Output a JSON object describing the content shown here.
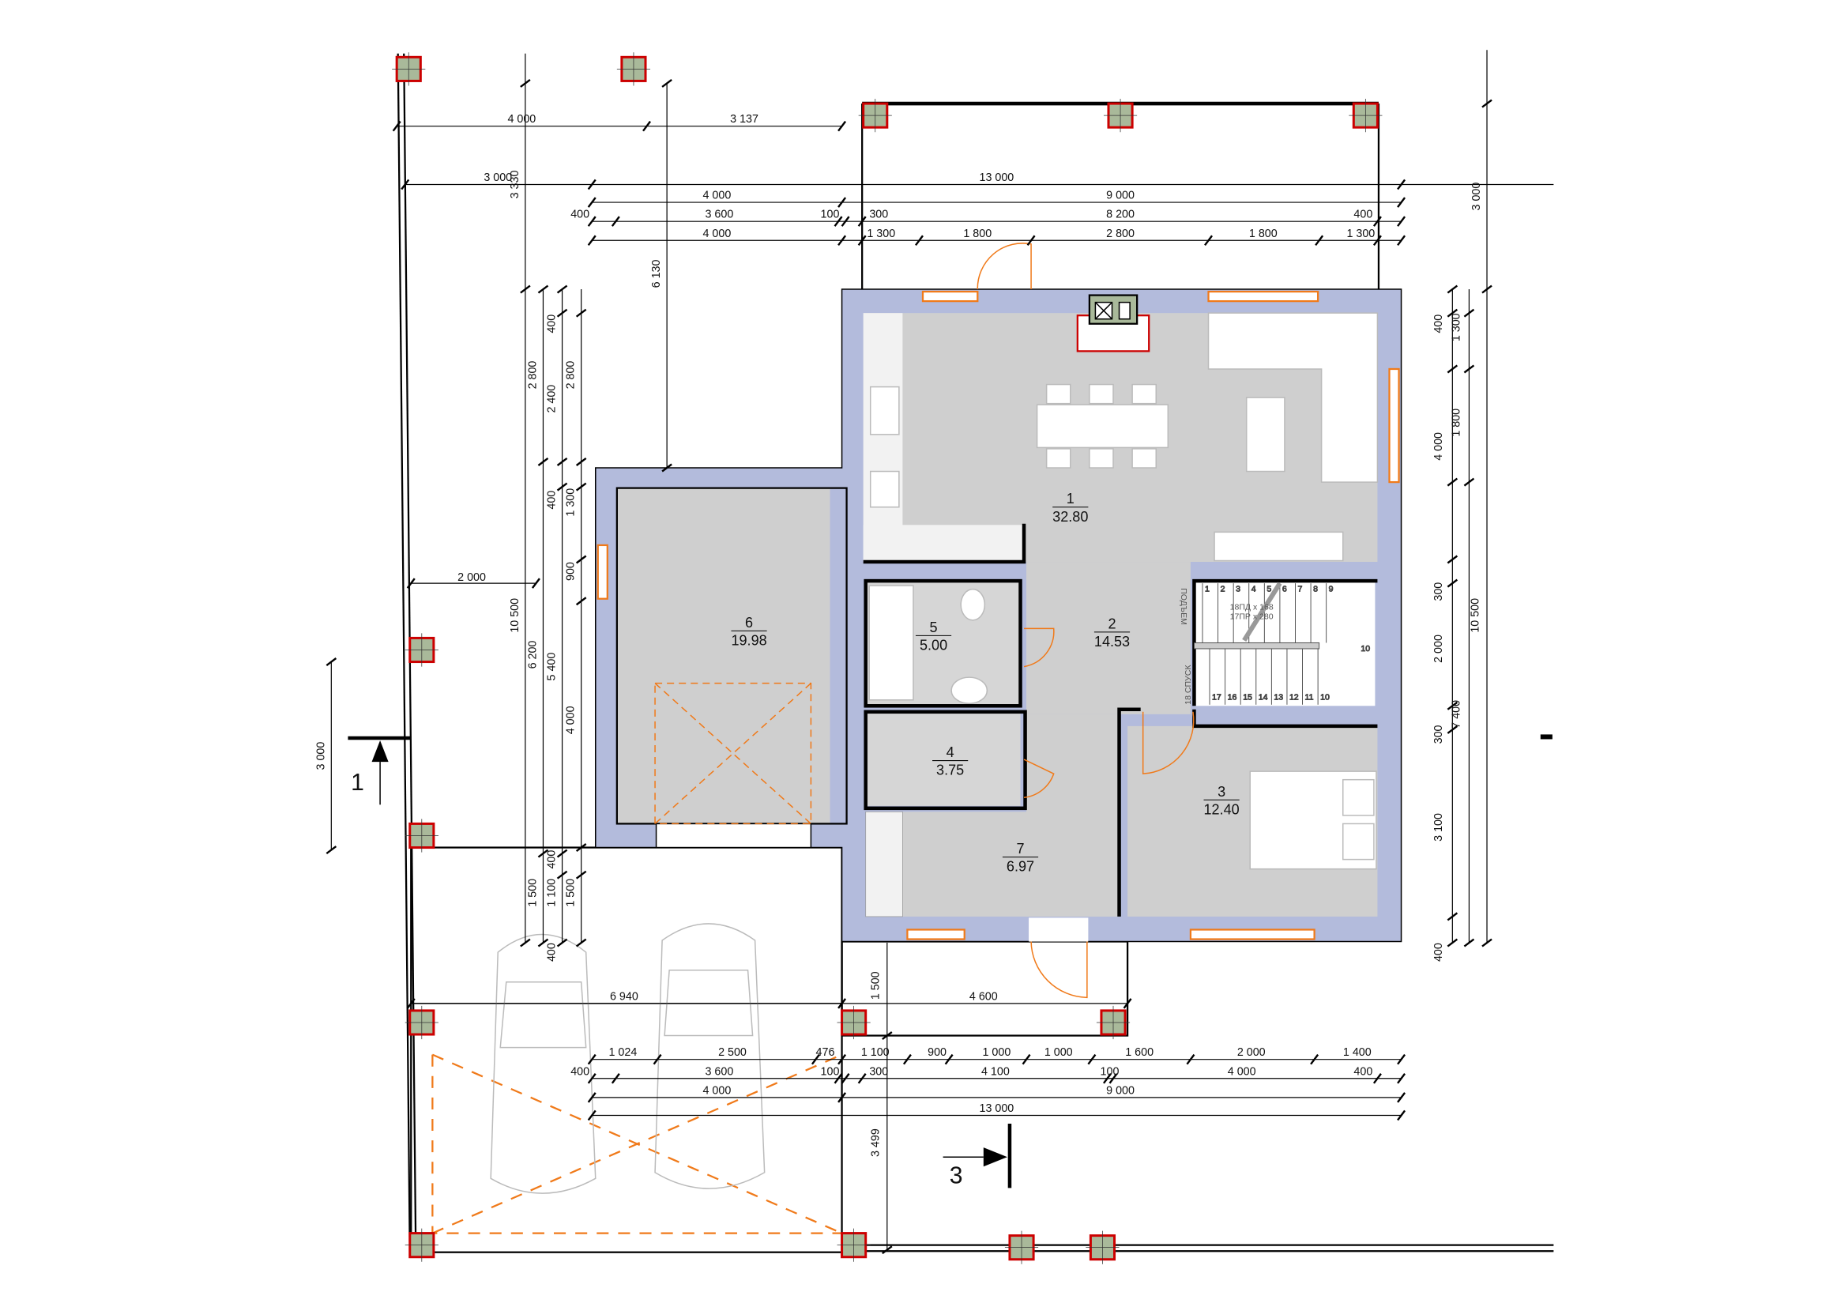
{
  "title": "Floor plan",
  "colors": {
    "wall": "#b3bbdc",
    "floor": "#cfcfcf",
    "column_fill": "#a9b99a",
    "column_border": "#cc0000",
    "opening": "#f07a1a"
  },
  "rooms": [
    {
      "number": "1",
      "area": "32.80"
    },
    {
      "number": "2",
      "area": "14.53"
    },
    {
      "number": "3",
      "area": "12.40"
    },
    {
      "number": "4",
      "area": "3.75"
    },
    {
      "number": "5",
      "area": "5.00"
    },
    {
      "number": "6",
      "area": "19.98"
    },
    {
      "number": "7",
      "area": "6.97"
    }
  ],
  "stairs": {
    "up_label": "ПОДЪЕМ",
    "down_label": "18 СПУСК",
    "risers": "18ПД x 168",
    "treads": "17ПР x 280",
    "steps": [
      "1",
      "2",
      "3",
      "4",
      "5",
      "6",
      "7",
      "8",
      "9",
      "10",
      "11",
      "12",
      "13",
      "14",
      "15",
      "16",
      "17"
    ]
  },
  "sections": {
    "left": "1",
    "bottom": "3"
  },
  "dimensions": {
    "top": [
      "4 000",
      "3 137",
      "3 000",
      "3 330",
      "13 000",
      "4 000",
      "9 000",
      "400",
      "3 600",
      "100",
      "300",
      "8 200",
      "400",
      "4 000",
      "1 300",
      "1 800",
      "2 800",
      "1 800",
      "1 300",
      "6 130",
      "3 000"
    ],
    "left": [
      "2 800",
      "2 400",
      "2 800",
      "400",
      "400",
      "1 300",
      "900",
      "10 500",
      "6 200",
      "5 400",
      "4 000",
      "1 500",
      "1 100",
      "400",
      "1 500",
      "400",
      "3 000",
      "2 000"
    ],
    "right": [
      "400",
      "1 300",
      "1 800",
      "4 000",
      "300",
      "2 000",
      "300",
      "7 400",
      "3 100",
      "400",
      "10 500"
    ],
    "bottom": [
      "1 500",
      "4 600",
      "6 940",
      "1 024",
      "2 500",
      "476",
      "1 100",
      "900",
      "1 000",
      "1 000",
      "1 600",
      "2 000",
      "1 400",
      "400",
      "3 600",
      "100",
      "300",
      "4 100",
      "100",
      "4 000",
      "400",
      "4 000",
      "9 000",
      "13 000",
      "3 499"
    ]
  }
}
